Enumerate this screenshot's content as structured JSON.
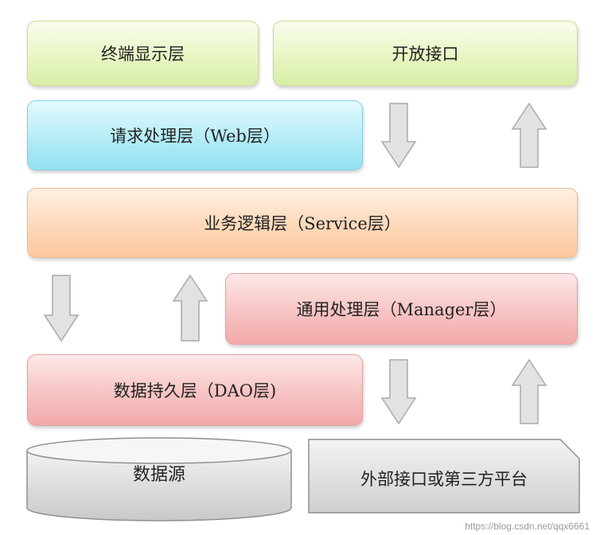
{
  "layers": {
    "terminal_display": "终端显示层",
    "open_interface": "开放接口",
    "web_layer": "请求处理层（Web层）",
    "service_layer": "业务逻辑层（Service层）",
    "manager_layer": "通用处理层（Manager层）",
    "dao_layer": "数据持久层（DAO层)",
    "data_source": "数据源",
    "external": "外部接口或第三方平台"
  },
  "watermark": "https://blog.csdn.net/qqx6661"
}
